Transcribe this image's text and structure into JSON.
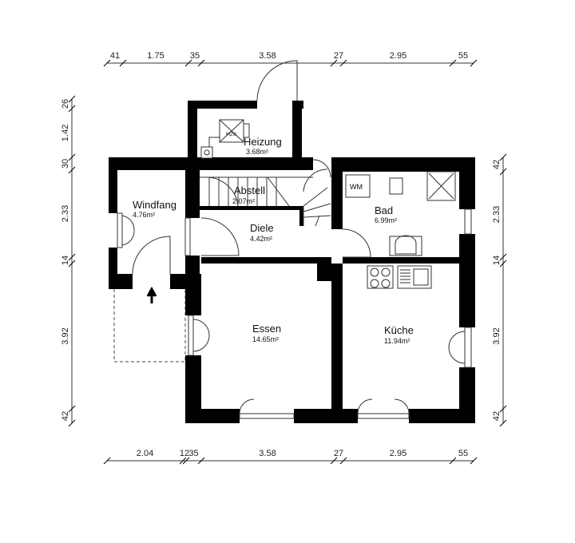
{
  "rooms": {
    "heizung": {
      "name": "Heizung",
      "area": "3.68m²"
    },
    "windfang": {
      "name": "Windfang",
      "area": "4.76m²"
    },
    "abstell": {
      "name": "Abstell",
      "area": "2.07m²"
    },
    "diele": {
      "name": "Diele",
      "area": "4.42m²"
    },
    "bad": {
      "name": "Bad",
      "area": "6.99m²"
    },
    "essen": {
      "name": "Essen",
      "area": "14.65m²"
    },
    "kueche": {
      "name": "Küche",
      "area": "11.94m²"
    }
  },
  "fixtures": {
    "washer": "WM",
    "boiler": "H2o"
  },
  "dimensions": {
    "top": [
      "41",
      "1.75",
      "35",
      "3.58",
      "27",
      "2.95",
      "55"
    ],
    "bottom": [
      "2.04",
      "12",
      "35",
      "3.58",
      "27",
      "2.95",
      "55"
    ],
    "left": [
      "26",
      "1.42",
      "30",
      "2.33",
      "14",
      "3.92",
      "42"
    ],
    "right": [
      "42",
      "2.33",
      "14",
      "3.92",
      "42"
    ]
  }
}
